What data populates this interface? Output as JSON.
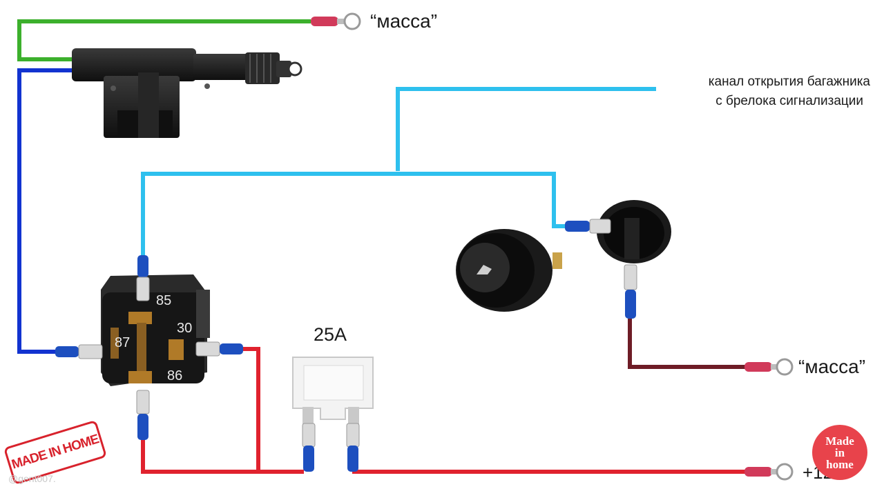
{
  "labels": {
    "ground_top": "“масса”",
    "ground_right": "“масса”",
    "plus12": "+12В",
    "channel_line1": "канал открытия багажника",
    "channel_line2": "с брелока сигнализации",
    "fuse_rating": "25A"
  },
  "relay_pins": {
    "p85": "85",
    "p30": "30",
    "p87": "87",
    "p86": "86"
  },
  "branding": {
    "stamp": "MADE IN HOME",
    "badge_line1": "Made",
    "badge_line2": "in",
    "badge_line3": "home",
    "watermark": "@gent007."
  },
  "colors": {
    "ground_green": "#3cb02c",
    "motor_blue": "#1233d0",
    "signal_cyan": "#2ec0ee",
    "power_red": "#e0222e",
    "ground_brown": "#6e1c26"
  }
}
